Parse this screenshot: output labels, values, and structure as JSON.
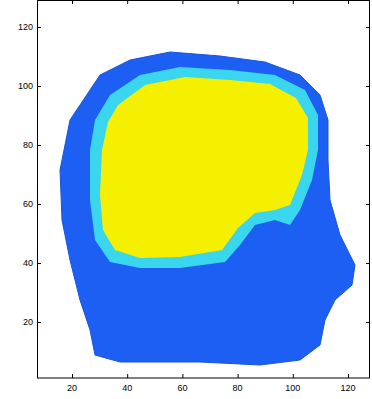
{
  "diagram": {
    "labels": [
      "20",
      "40",
      "60",
      "80",
      "100",
      "120",
      "20",
      "40",
      "60",
      "80",
      "100",
      "120"
    ]
  }
}
